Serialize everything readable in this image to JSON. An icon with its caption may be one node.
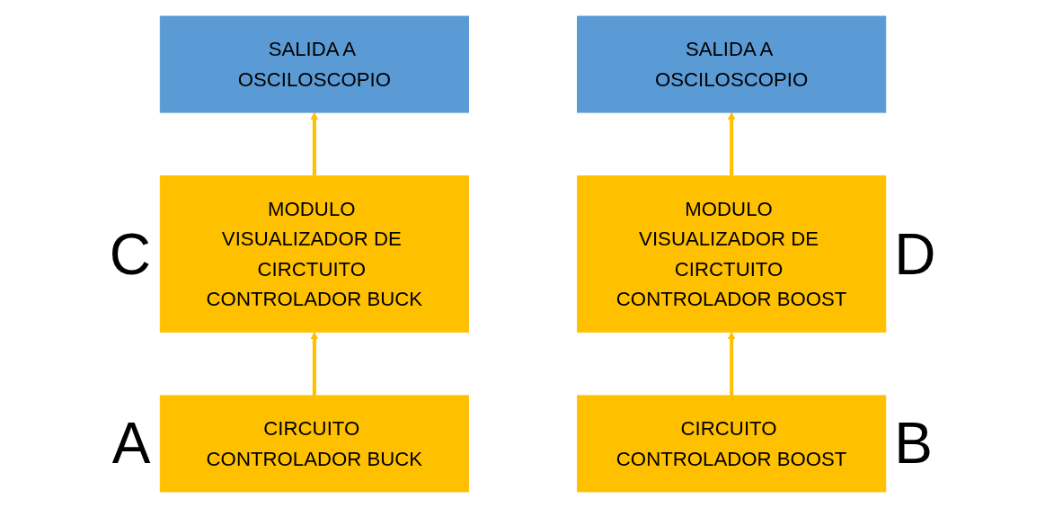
{
  "diagram": {
    "nodes": [
      {
        "text": [
          "SALIDA A OSCILOSCOPIO"
        ]
      },
      {
        "text": [
          "SALIDA A OSCILOSCOPIO"
        ]
      },
      {
        "text": [
          "MODULO VISUALIZADOR DE CIRCTUITO CONTROLADOR BUCK"
        ],
        "beside": [
          "C"
        ]
      },
      {
        "text": [
          "MODULO VISUALIZADOR DE CIRCTUITO CONTROLADOR BOOST"
        ],
        "beside": [
          "D"
        ]
      },
      {
        "text": [
          "CIRCUITO CONTROLADOR BUCK"
        ],
        "beside": [
          "A"
        ]
      },
      {
        "text": [
          "CIRCUITO CONTROLADOR BOOST"
        ],
        "beside": [
          "B"
        ]
      }
    ],
    "edges": [
      {
        "from": 4,
        "to": 2,
        "arrow": "to"
      },
      {
        "from": 5,
        "to": 3,
        "arrow": "to"
      },
      {
        "from": 2,
        "to": 1,
        "arrow": "to"
      },
      {
        "from": 3,
        "to": 0,
        "arrow": "to"
      }
    ]
  }
}
